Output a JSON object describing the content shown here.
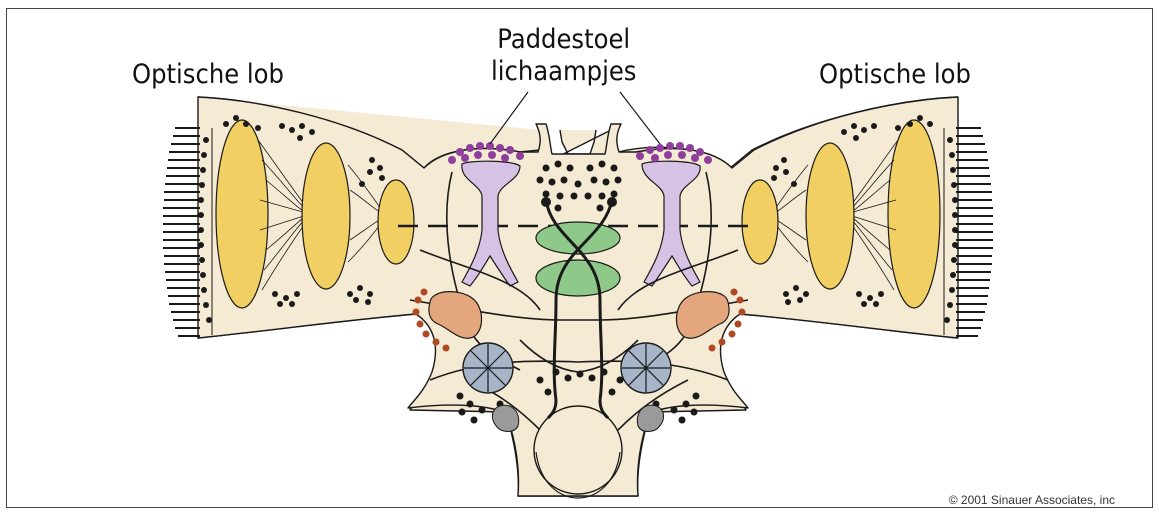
{
  "labels": {
    "optic_lobe_left": "Optische lob",
    "optic_lobe_right": "Optische lob",
    "mushroom_line1": "Paddestoel",
    "mushroom_line2": "lichaampjes"
  },
  "copyright": "© 2001 Sinauer Associates, inc",
  "colors": {
    "brain_fill": "#f5ead3",
    "neuropil_yellow": "#f2cf62",
    "mushroom_body_lilac": "#d6c2e4",
    "mushroom_cells_purple": "#8e3e9b",
    "central_complex_green": "#8fc98a",
    "antennal_lobe_orange": "#e3a67d",
    "antennal_cells_red": "#b04a23",
    "glomerulus_blue": "#a6b6c8",
    "ganglion_gray": "#9a9a9a",
    "outline": "#1a1a1a"
  }
}
